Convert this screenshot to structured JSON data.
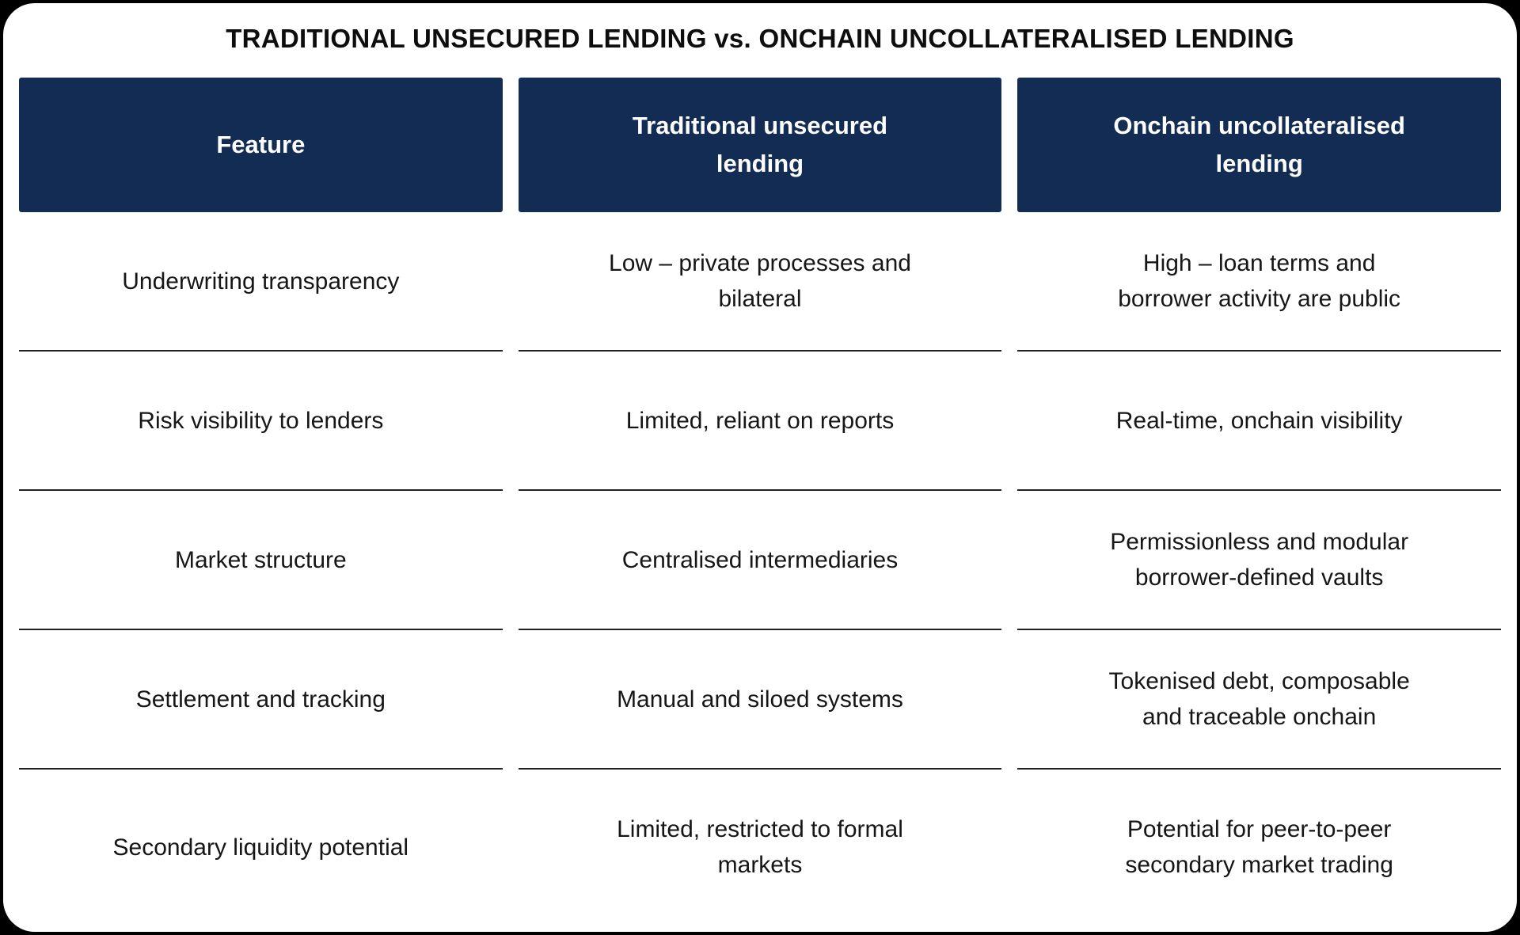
{
  "title": "TRADITIONAL UNSECURED LENDING vs. ONCHAIN UNCOLLATERALISED LENDING",
  "colors": {
    "page_bg": "#000000",
    "card_bg": "#ffffff",
    "header_bg": "#132c54",
    "header_text": "#ffffff",
    "body_text": "#161616",
    "divider": "#222222"
  },
  "table": {
    "columns": [
      {
        "label": "Feature"
      },
      {
        "label": "Traditional unsecured\nlending"
      },
      {
        "label": "Onchain uncollateralised\nlending"
      }
    ],
    "rows": [
      {
        "feature": "Underwriting transparency",
        "traditional": "Low – private processes and\nbilateral",
        "onchain": "High – loan terms and\nborrower activity are public"
      },
      {
        "feature": "Risk visibility to lenders",
        "traditional": "Limited, reliant on reports",
        "onchain": "Real-time, onchain visibility"
      },
      {
        "feature": "Market structure",
        "traditional": "Centralised intermediaries",
        "onchain": "Permissionless and modular\nborrower-defined vaults"
      },
      {
        "feature": "Settlement and tracking",
        "traditional": "Manual and siloed systems",
        "onchain": "Tokenised debt, composable\nand traceable onchain"
      },
      {
        "feature": "Secondary liquidity potential",
        "traditional": "Limited, restricted to formal\nmarkets",
        "onchain": "Potential for peer-to-peer\nsecondary market trading"
      }
    ]
  },
  "chart_data": {
    "type": "table",
    "title": "TRADITIONAL UNSECURED LENDING vs. ONCHAIN UNCOLLATERALISED LENDING",
    "columns": [
      "Feature",
      "Traditional unsecured lending",
      "Onchain uncollateralised lending"
    ],
    "rows": [
      [
        "Underwriting transparency",
        "Low – private processes and bilateral",
        "High – loan terms and borrower activity are public"
      ],
      [
        "Risk visibility to lenders",
        "Limited, reliant on reports",
        "Real-time, onchain visibility"
      ],
      [
        "Market structure",
        "Centralised intermediaries",
        "Permissionless and modular borrower-defined vaults"
      ],
      [
        "Settlement and tracking",
        "Manual and siloed systems",
        "Tokenised debt, composable and traceable onchain"
      ],
      [
        "Secondary liquidity potential",
        "Limited, restricted to formal markets",
        "Potential for peer-to-peer secondary market trading"
      ]
    ]
  }
}
